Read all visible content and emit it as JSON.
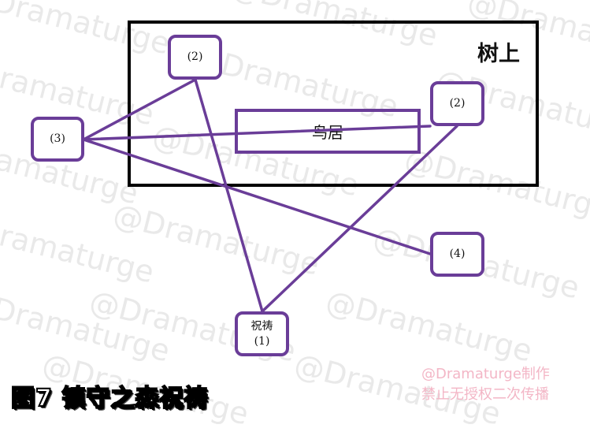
{
  "diagram": {
    "frame_label": "树上",
    "torii_label": "鸟居",
    "nodes": [
      {
        "id": "n2a",
        "label": "(2)"
      },
      {
        "id": "n2b",
        "label": "(2)"
      },
      {
        "id": "n3",
        "label": "(3)"
      },
      {
        "id": "n4",
        "label": "(4)"
      },
      {
        "id": "n1",
        "label_top": "祝祷",
        "label": "(1)"
      }
    ],
    "edges": [
      [
        "祝祷(1)",
        "(2) top-left"
      ],
      [
        "(2) top-left",
        "(3)"
      ],
      [
        "(3)",
        "(2) right"
      ],
      [
        "(3)",
        "(4)"
      ],
      [
        "(2) right",
        "祝祷(1)"
      ]
    ],
    "line_color": "#6a3d98"
  },
  "caption": "图7 镇守之森祝祷",
  "credit": {
    "line1": "@Dramaturge制作",
    "line2": "禁止无授权二次传播"
  },
  "watermark": "@Dramaturge"
}
